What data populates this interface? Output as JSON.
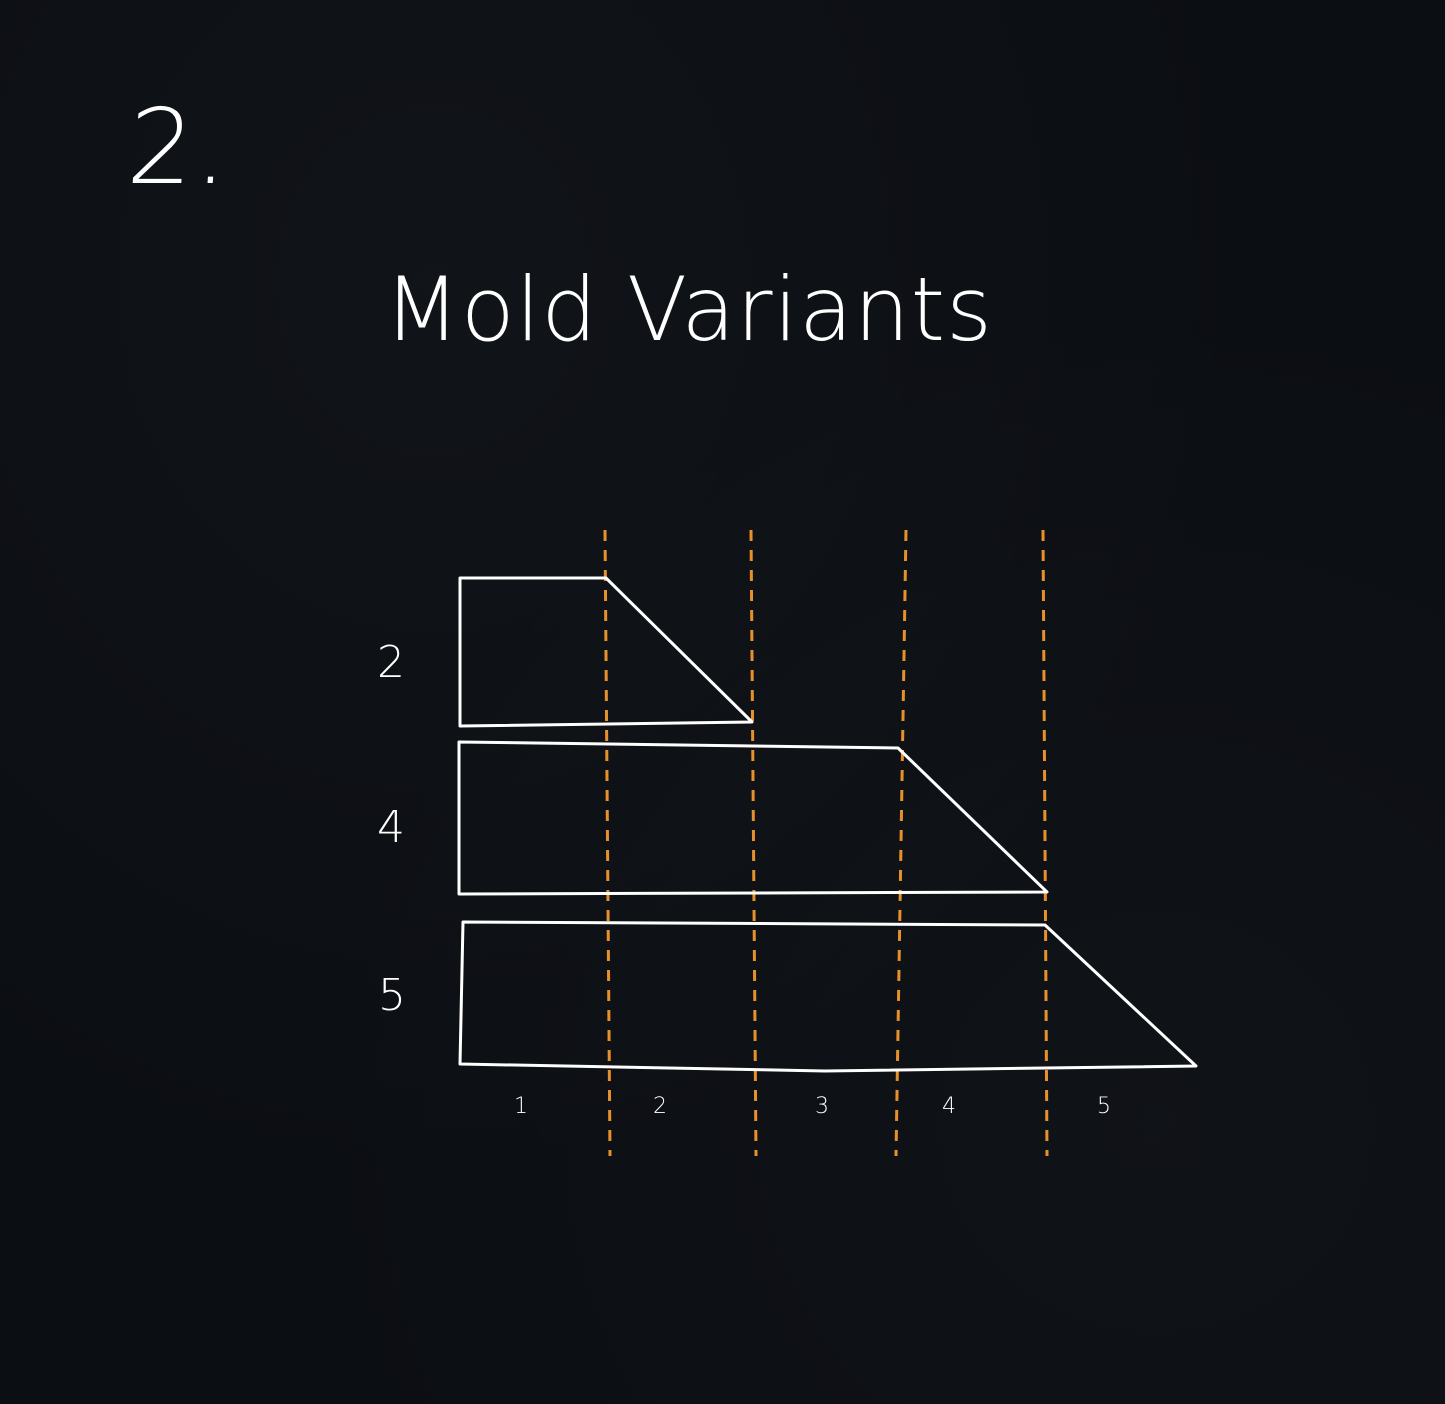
{
  "step": {
    "number": "2."
  },
  "title": "Mold Variants",
  "colors": {
    "background": "#0b0e13",
    "outline": "#ffffff",
    "divider": "#e8912a"
  },
  "diagram": {
    "row_labels": [
      "2",
      "4",
      "5"
    ],
    "column_labels": [
      "1",
      "2",
      "3",
      "4",
      "5"
    ],
    "molds": [
      {
        "label": "2",
        "full_columns": 1,
        "tapered_column": 2
      },
      {
        "label": "4",
        "full_columns": 3,
        "tapered_column": 4
      },
      {
        "label": "5",
        "full_columns": 4,
        "tapered_column": 5
      }
    ]
  }
}
